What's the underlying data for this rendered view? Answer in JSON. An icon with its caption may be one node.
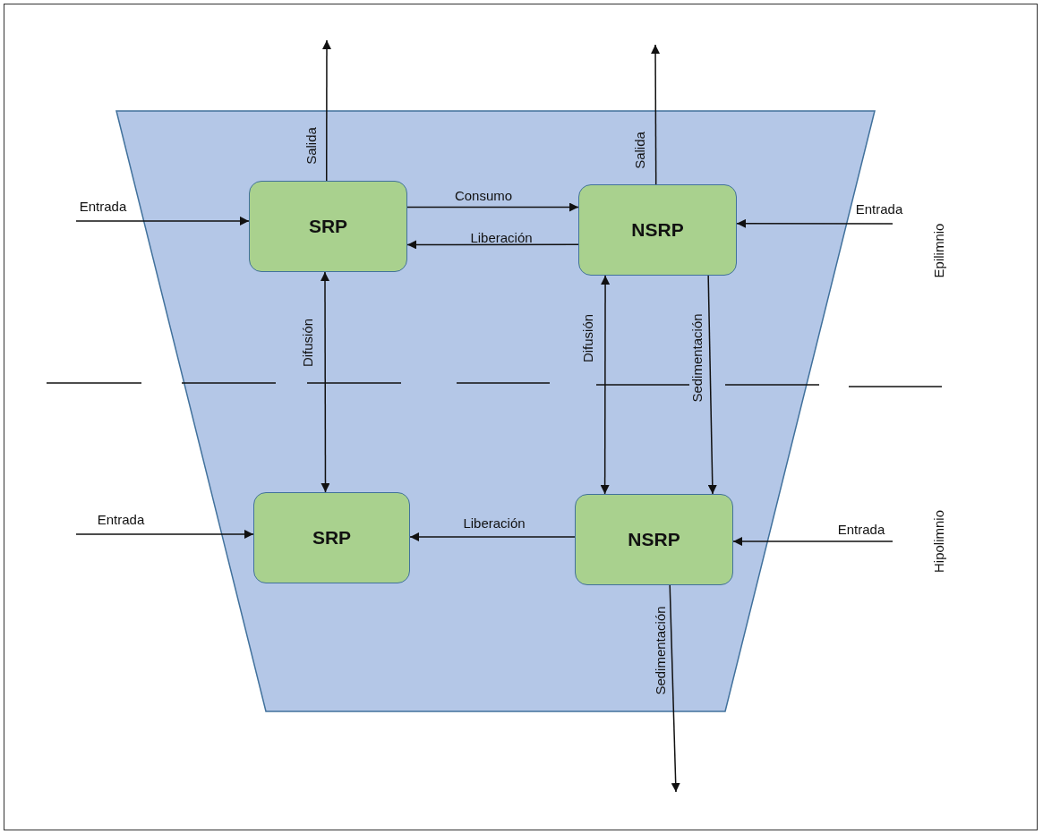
{
  "diagram": {
    "nodes": [
      {
        "text": [
          "SRP"
        ]
      },
      {
        "text": [
          "NSRP"
        ]
      },
      {
        "text": [
          "SRP"
        ]
      },
      {
        "text": [
          "NSRP"
        ]
      }
    ],
    "edges": [
      {
        "from": null,
        "to": 0,
        "arrow": "to",
        "label": "Entrada"
      },
      {
        "from": 0,
        "to": null,
        "arrow": "to",
        "label": "Salida"
      },
      {
        "from": 0,
        "to": 1,
        "arrow": "to",
        "label": "Consumo"
      },
      {
        "from": 1,
        "to": 0,
        "arrow": "to",
        "label": "Liberación"
      },
      {
        "from": null,
        "to": 1,
        "arrow": "to",
        "label": "Entrada"
      },
      {
        "from": 1,
        "to": null,
        "arrow": "to",
        "label": "Salida"
      },
      {
        "from": 0,
        "to": 2,
        "arrow": "both",
        "label": "Difusión"
      },
      {
        "from": 1,
        "to": 3,
        "arrow": "both",
        "label": "Difusión"
      },
      {
        "from": 1,
        "to": 3,
        "arrow": "to",
        "label": "Sedimentación"
      },
      {
        "from": null,
        "to": 2,
        "arrow": "to",
        "label": "Entrada"
      },
      {
        "from": 3,
        "to": 2,
        "arrow": "to",
        "label": "Liberación"
      },
      {
        "from": null,
        "to": 3,
        "arrow": "to",
        "label": "Entrada"
      },
      {
        "from": 3,
        "to": null,
        "arrow": "to",
        "label": "Sedimentación"
      }
    ],
    "labels": [
      "Epilimnio",
      "Hipolimnio"
    ]
  }
}
